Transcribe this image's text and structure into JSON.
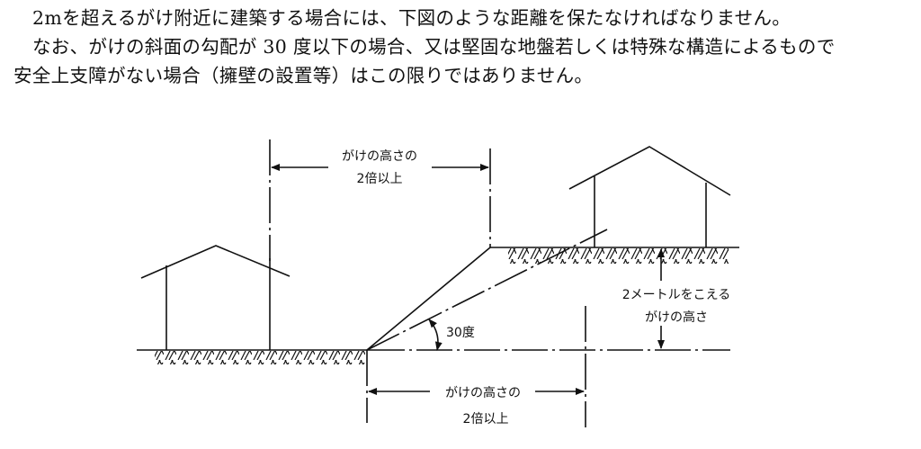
{
  "document": {
    "paragraph1": "2mを超えるがけ附近に建築する場合には、下図のような距離を保たなければなりません。",
    "paragraph2_line1": "なお、がけの斜面の勾配が 30 度以下の場合、又は堅固な地盤若しくは特殊な構造によるもので",
    "paragraph2_line2": "安全上支障がない場合（擁壁の設置等）はこの限りではありません。"
  },
  "diagram": {
    "top_distance_line1": "がけの高さの",
    "top_distance_line2": "2倍以上",
    "bottom_distance_line1": "がけの高さの",
    "bottom_distance_line2": "2倍以上",
    "height_label_line1": "2メートルをこえる",
    "height_label_line2": "がけの高さ",
    "angle_label": "30度"
  }
}
